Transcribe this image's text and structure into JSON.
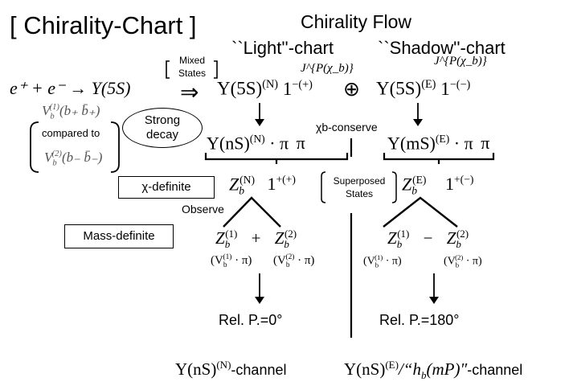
{
  "title": "[ Chirality-Chart ]",
  "flow_title": "Chirality Flow",
  "light_chart_label": "``Light''-chart",
  "shadow_chart_label": "``Shadow''-chart",
  "mixed_states": {
    "line1": "Mixed",
    "line2": "States"
  },
  "reaction": "e⁺ + e⁻ → Υ(5S)",
  "implies": "⇒",
  "light": {
    "jp_label": "J^{P(χ_b)}",
    "upsilon_5s": "Υ(5S)",
    "upsilon_5s_sup": "(N)",
    "jpc_base": "1",
    "jpc_sup": "−(+)",
    "decay_product_main": "Υ(nS)",
    "decay_product_sup": "(N)",
    "decay_product_tail": "· π",
    "pi_extra": "π",
    "zb_main": "Z",
    "zb_sub": "b",
    "zb_sup": "(N)",
    "zb_jpc_base": "1",
    "zb_jpc_sup": "+(+)",
    "z1": {
      "main": "Z",
      "sub": "b",
      "sup": "(1)"
    },
    "z2": {
      "main": "Z",
      "sub": "b",
      "sup": "(2)"
    },
    "combine_sign": "+",
    "v1": {
      "open": "(V",
      "sub": "b",
      "sup": "(1)",
      "close": "· π)"
    },
    "v2": {
      "open": "(V",
      "sub": "b",
      "sup": "(2)",
      "close": "· π)"
    },
    "rel_phase": "Rel. P.=0°",
    "channel_main": "Υ(nS)",
    "channel_sup": "(N)",
    "channel_suffix": "-channel"
  },
  "oplus": "⊕",
  "shadow": {
    "jp_label": "J^{P(χ_b)}",
    "upsilon_5s": "Υ(5S)",
    "upsilon_5s_sup": "(E)",
    "jpc_base": "1",
    "jpc_sup": "−(−)",
    "decay_product_main": "Υ(mS)",
    "decay_product_sup": "(E)",
    "decay_product_tail": "· π",
    "pi_extra": "π",
    "zb_main": "Z",
    "zb_sub": "b",
    "zb_sup": "(E)",
    "zb_jpc_base": "1",
    "zb_jpc_sup": "+(−)",
    "z1": {
      "main": "Z",
      "sub": "b",
      "sup": "(1)"
    },
    "z2": {
      "main": "Z",
      "sub": "b",
      "sup": "(2)"
    },
    "combine_sign": "−",
    "v1": {
      "open": "(V",
      "sub": "b",
      "sup": "(1)",
      "close": "· π)"
    },
    "v2": {
      "open": "(V",
      "sub": "b",
      "sup": "(2)",
      "close": "· π)"
    },
    "rel_phase": "Rel. P.=180°",
    "channel_main": "Υ(nS)",
    "channel_sup": "(E)",
    "channel_mid": "/“h",
    "channel_mid_sub": "b",
    "channel_mid_tail": "(mP)″",
    "channel_suffix": "-channel"
  },
  "vb1": {
    "main": "V",
    "sub": "b",
    "sup": "(1)",
    "tail": "(b₊ b̄₊)"
  },
  "compared_to": "compared to",
  "vb2": {
    "main": "V",
    "sub": "b",
    "sup": "(2)",
    "tail": "(b₋ b̄₋)"
  },
  "strong_decay": {
    "line1": "Strong",
    "line2": "decay"
  },
  "chib_conserve": "χb-conserve",
  "chi_definite": "χ-definite",
  "superposed": {
    "line1": "Superposed",
    "line2": "States"
  },
  "observe": "Observe",
  "mass_definite": "Mass-definite"
}
